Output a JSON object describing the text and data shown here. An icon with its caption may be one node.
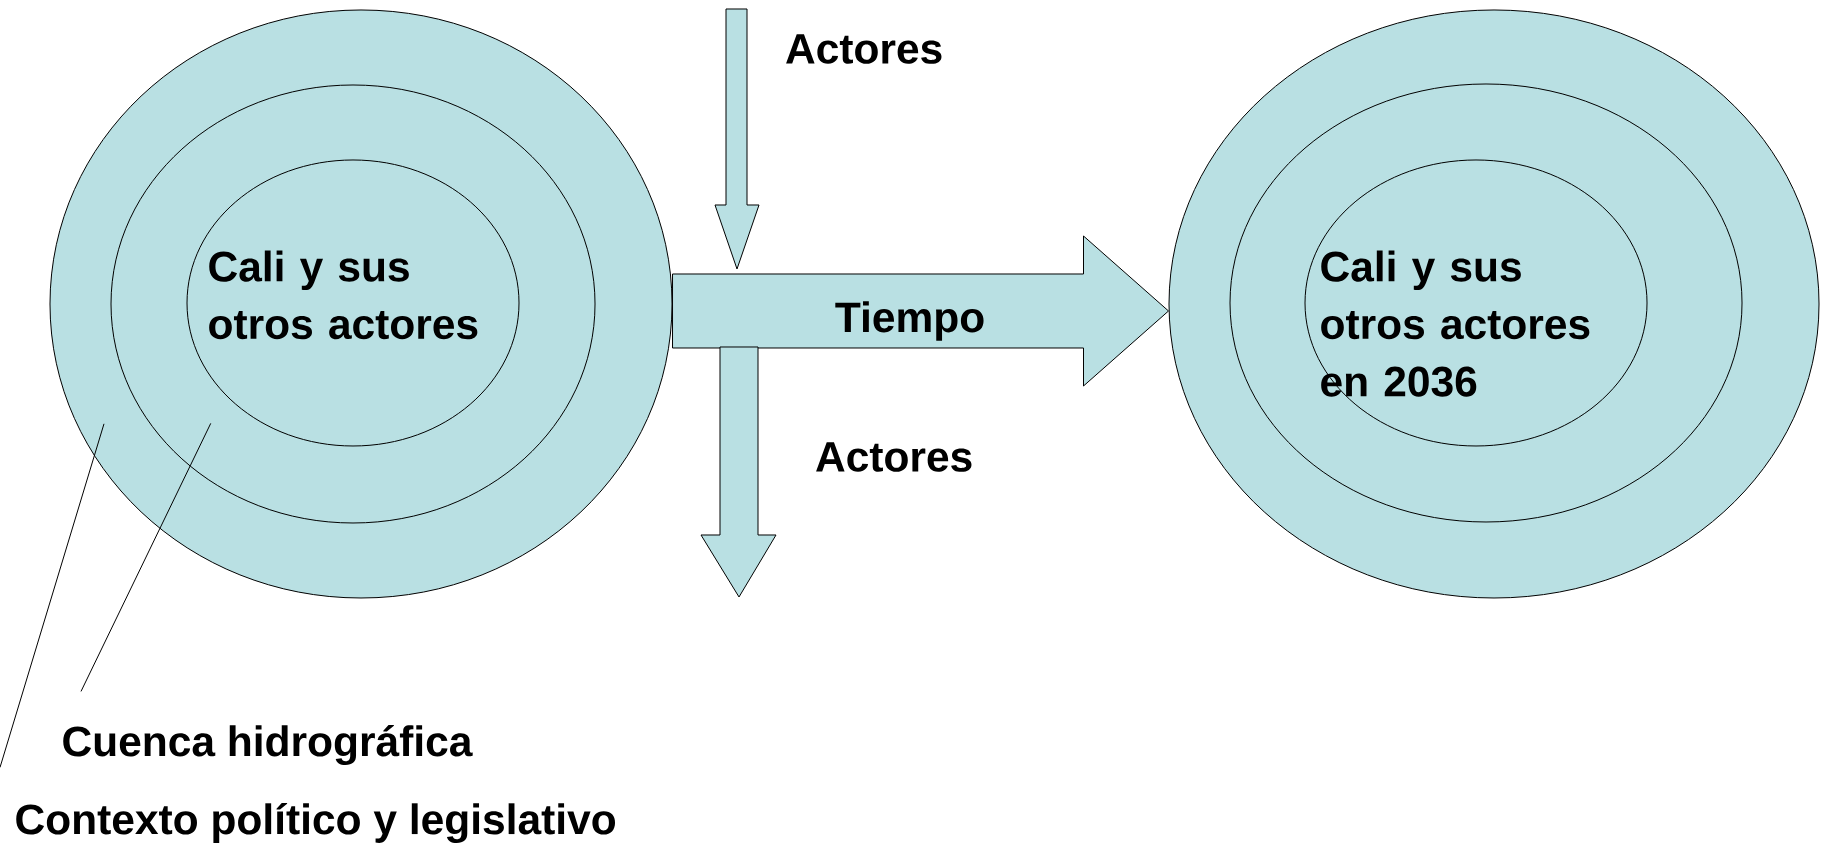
{
  "diagram": {
    "nodes": [
      {
        "text": [],
        "shape": "ellipse"
      },
      {
        "text": [],
        "shape": "ellipse",
        "in": 0
      },
      {
        "text": [
          "Cali y sus otros actores"
        ],
        "in": 1
      },
      {
        "text": [],
        "shape": "ellipse"
      },
      {
        "text": [],
        "shape": "ellipse",
        "in": 3
      },
      {
        "text": [
          "Cali y sus otros actores en 2036"
        ],
        "in": 4
      },
      {
        "text": [
          "Cuenca hidrográfica"
        ]
      },
      {
        "text": [
          "Contexto político y legislativo"
        ]
      }
    ],
    "edges": [
      {
        "from": 0,
        "to": 3,
        "arrow": "to",
        "label": "Tiempo",
        "style": "thick"
      },
      {
        "from": 6,
        "to": 1,
        "arrow": "none"
      },
      {
        "from": 7,
        "to": 0,
        "arrow": "none"
      }
    ],
    "labels": [
      "Actores",
      "Actores"
    ]
  }
}
